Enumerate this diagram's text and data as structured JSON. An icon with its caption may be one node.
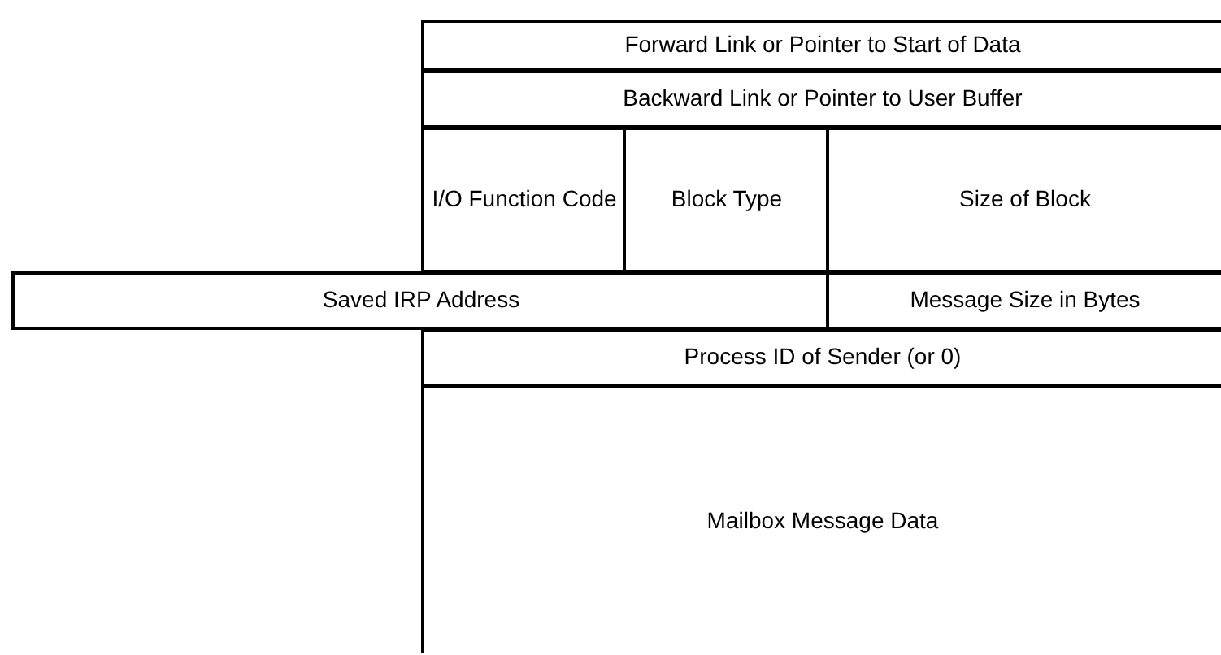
{
  "diagram": {
    "nodes": [
      {
        "text": [
          "Forward Link or Pointer to Start of Data"
        ]
      },
      {
        "text": [
          "Backward Link or Pointer to User Buffer"
        ]
      },
      {
        "text": [
          "I/O Function Code"
        ]
      },
      {
        "text": [
          "Block Type"
        ]
      },
      {
        "text": [
          "Size of Block"
        ]
      },
      {
        "text": [
          "Saved IRP Address"
        ]
      },
      {
        "text": [
          "Message Size in Bytes"
        ]
      },
      {
        "text": [
          "Process ID of Sender (or 0)"
        ]
      },
      {
        "text": [
          "Mailbox Message Data"
        ]
      }
    ]
  }
}
